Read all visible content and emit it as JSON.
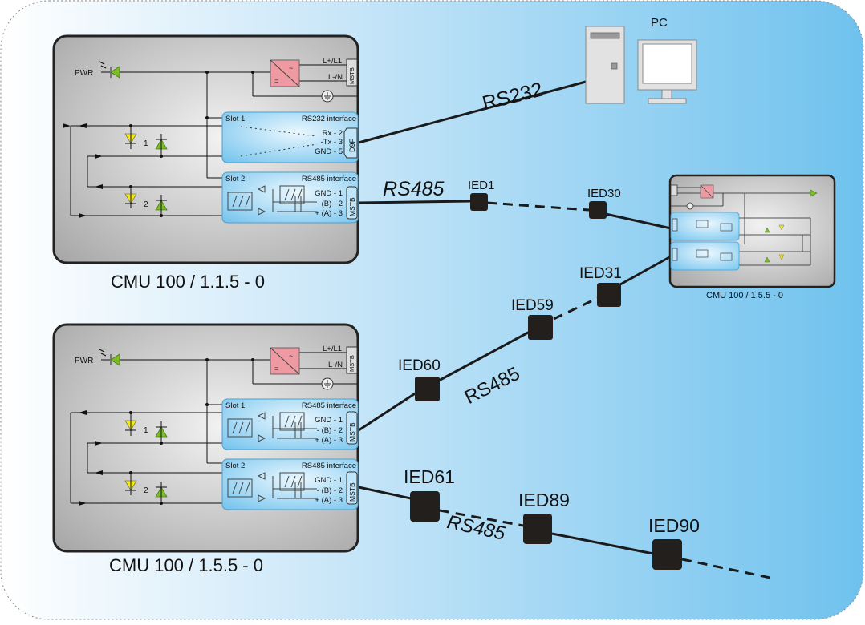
{
  "diagram": {
    "background": {
      "from": "#ffffff",
      "to": "#6cc0ee"
    },
    "colors": {
      "device_body": "#cfcfcf",
      "slot": "#8fd0f2",
      "psu": "#ef9aa2",
      "led_green": "#7cbd2a",
      "led_yellow": "#f4ea1a",
      "ied": "#231f1c",
      "wire": "#1a1a1a"
    },
    "pc": {
      "label": "PC"
    },
    "devices": [
      {
        "id": "cmu-top",
        "caption": "CMU 100 / 1.1.5 - 0",
        "pwr_label": "PWR",
        "psu_terminals": [
          "L+/L1",
          "L-/N"
        ],
        "psu_connector": "MSTB",
        "leds": [
          "1",
          "2"
        ],
        "slots": [
          {
            "name": "Slot 1",
            "interface": "RS232 interface",
            "pins": [
              "Rx - 2",
              "-Tx - 3",
              "GND - 5"
            ],
            "connector": "D9F"
          },
          {
            "name": "Slot 2",
            "interface": "RS485 interface",
            "pins": [
              "GND - 1",
              "- (B) - 2",
              "+ (A) - 3"
            ],
            "connector": "MSTB"
          }
        ]
      },
      {
        "id": "cmu-bottom",
        "caption": "CMU 100 / 1.5.5 - 0",
        "pwr_label": "PWR",
        "psu_terminals": [
          "L+/L1",
          "L-/N"
        ],
        "psu_connector": "MSTB",
        "leds": [
          "1",
          "2"
        ],
        "slots": [
          {
            "name": "Slot 1",
            "interface": "RS485 interface",
            "pins": [
              "GND - 1",
              "- (B) - 2",
              "+ (A) - 3"
            ],
            "connector": "MSTB"
          },
          {
            "name": "Slot 2",
            "interface": "RS485 interface",
            "pins": [
              "GND - 1",
              "- (B) - 2",
              "+ (A) - 3"
            ],
            "connector": "MSTB"
          }
        ]
      },
      {
        "id": "cmu-small",
        "caption": "CMU 100 / 1.5.5 - 0"
      }
    ],
    "links": [
      {
        "label": "RS232"
      },
      {
        "label": "RS485"
      },
      {
        "label": "RS485"
      },
      {
        "label": "RS485"
      }
    ],
    "ieds": [
      "IED1",
      "IED30",
      "IED31",
      "IED59",
      "IED60",
      "IED61",
      "IED89",
      "IED90"
    ]
  }
}
